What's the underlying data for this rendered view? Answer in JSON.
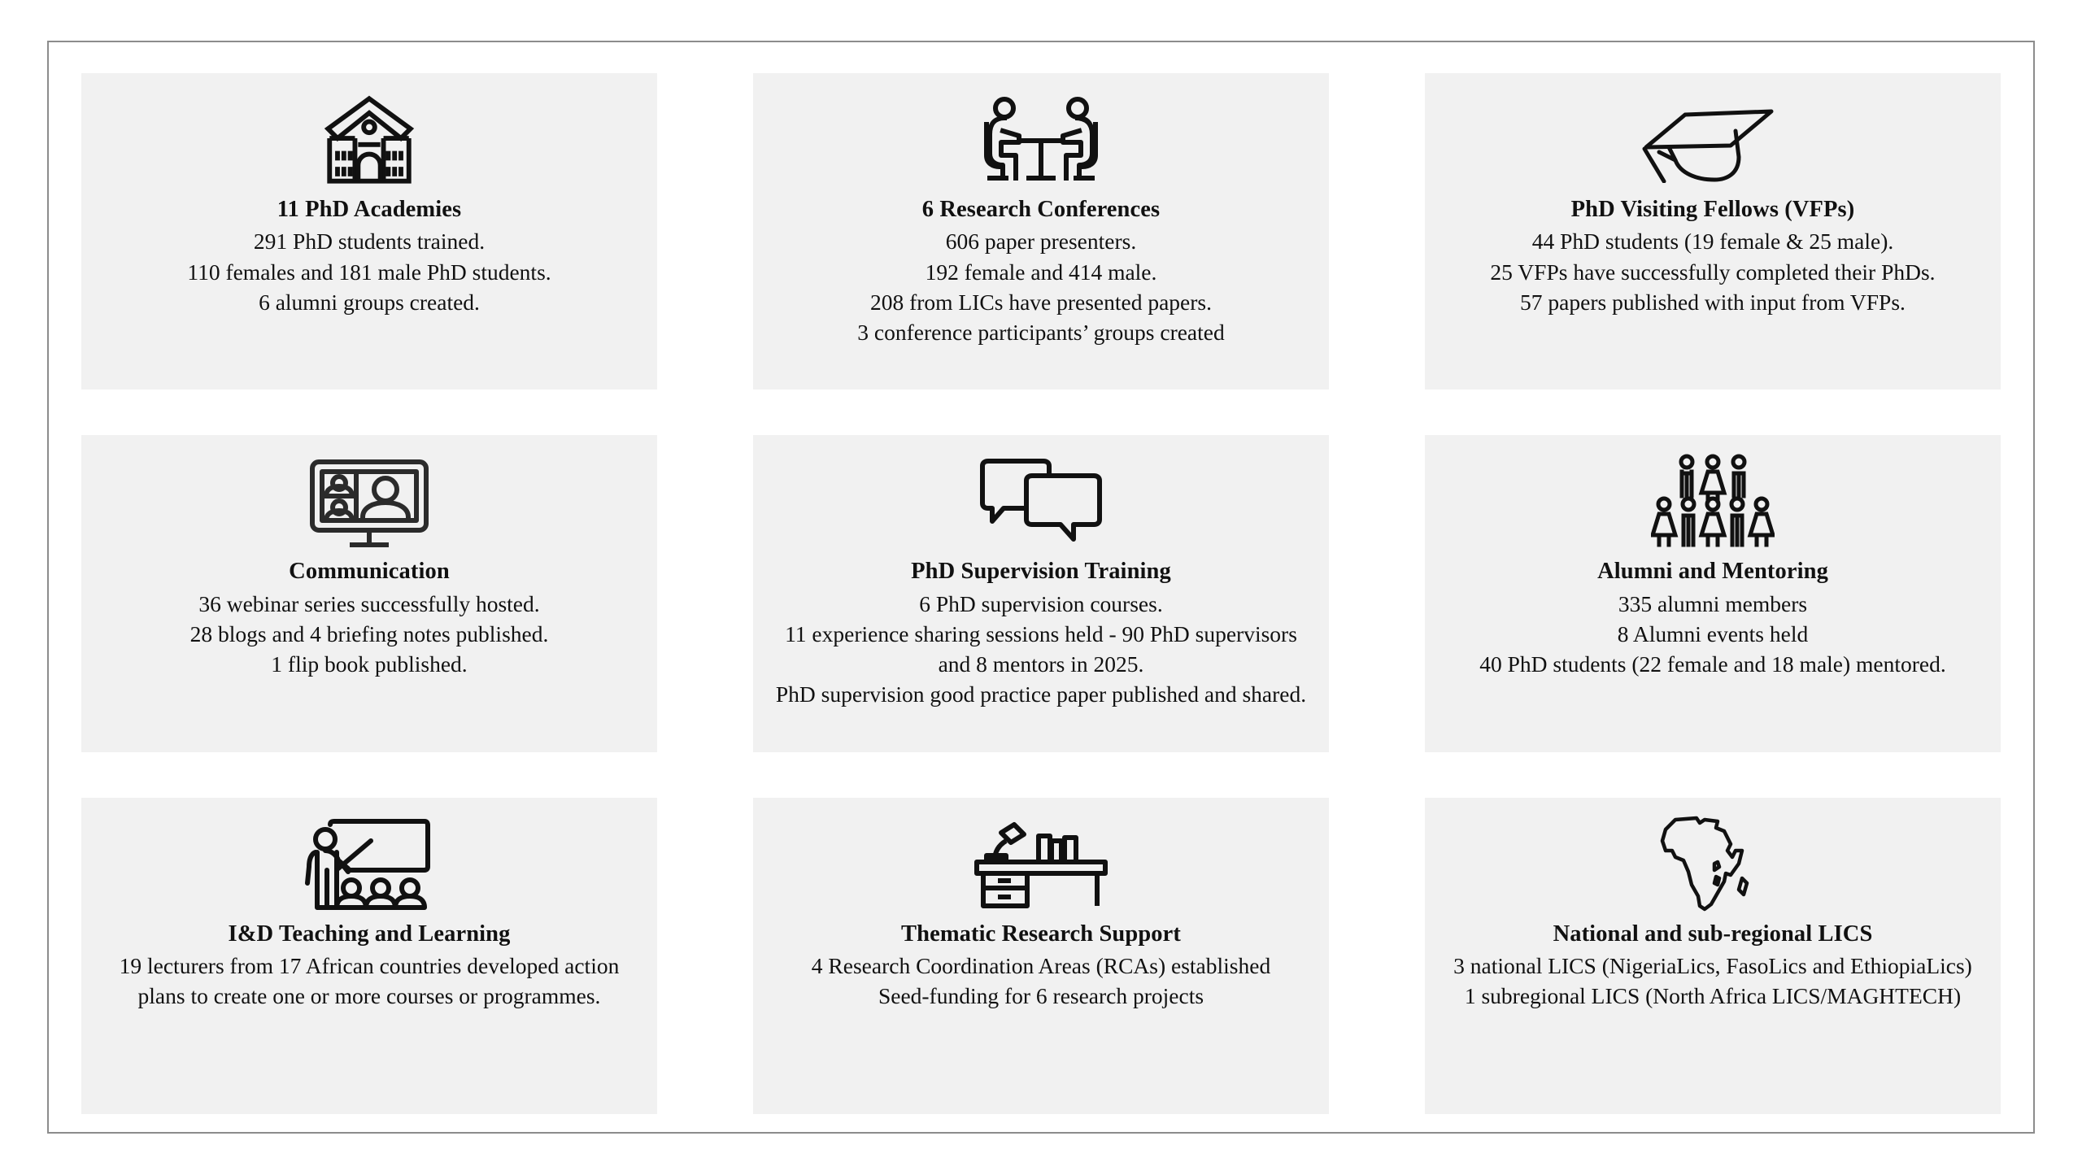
{
  "infographic": {
    "frame_border_color": "#8c8c8c",
    "card_background": "#f1f1f1",
    "page_background": "#ffffff",
    "text_color": "#111111",
    "cards": [
      {
        "icon": "school-building-icon",
        "title": "11 PhD Academies",
        "lines": [
          "291 PhD students trained.",
          "110 females and 181 male PhD students.",
          "6 alumni groups created."
        ]
      },
      {
        "icon": "meeting-table-icon",
        "title": "6 Research Conferences",
        "lines": [
          "606 paper presenters.",
          "192 female and 414 male.",
          "208 from LICs have presented papers.",
          "3 conference participants’ groups created"
        ]
      },
      {
        "icon": "graduation-cap-icon",
        "title": "PhD Visiting Fellows (VFPs)",
        "lines": [
          "44 PhD students (19 female & 25 male).",
          "25 VFPs have successfully completed their PhDs.",
          "57 papers published with input from VFPs."
        ]
      },
      {
        "icon": "video-conference-icon",
        "title": "Communication",
        "lines": [
          "36 webinar series successfully hosted.",
          "28 blogs and 4 briefing notes published.",
          "1 flip book published."
        ]
      },
      {
        "icon": "speech-bubbles-icon",
        "title": "PhD Supervision Training",
        "lines": [
          "6 PhD supervision courses.",
          "11 experience sharing sessions held - 90 PhD supervisors and 8 mentors in 2025.",
          "PhD supervision good practice paper published and shared."
        ]
      },
      {
        "icon": "people-group-icon",
        "title": "Alumni and Mentoring",
        "lines": [
          "335 alumni members",
          "8 Alumni events held",
          "40 PhD students (22 female and 18 male) mentored."
        ]
      },
      {
        "icon": "teacher-classroom-icon",
        "title": "I&D Teaching and Learning",
        "lines": [
          "19 lecturers from 17 African countries developed action plans to create one or more courses or programmes."
        ]
      },
      {
        "icon": "study-desk-icon",
        "title": "Thematic Research Support",
        "lines": [
          "4 Research Coordination Areas (RCAs) established",
          "Seed-funding for 6 research projects"
        ]
      },
      {
        "icon": "africa-map-icon",
        "title": "National and sub-regional LICS",
        "lines": [
          "3 national LICS (NigeriaLics, FasoLics and EthiopiaLics)",
          "1 subregional LICS (North Africa LICS/MAGHTECH)"
        ]
      }
    ]
  }
}
